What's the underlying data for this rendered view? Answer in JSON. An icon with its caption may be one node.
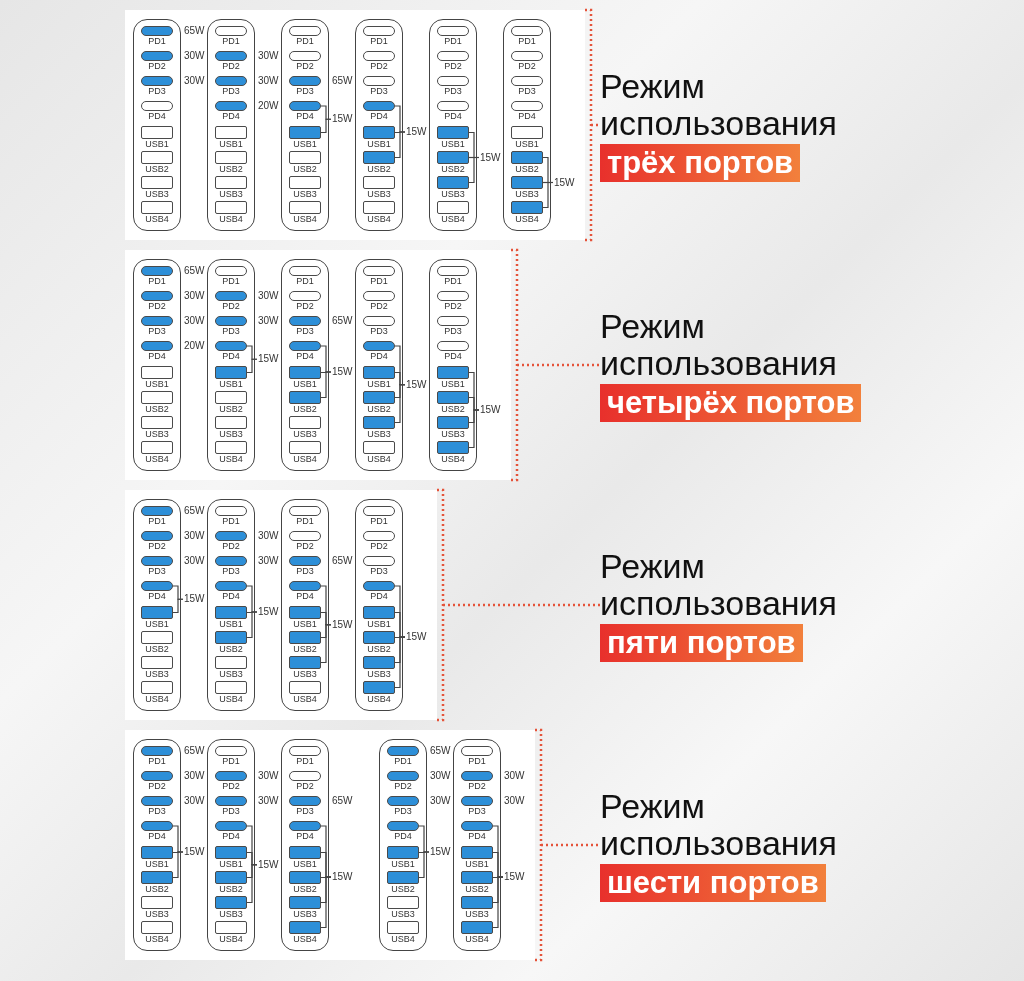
{
  "diagram": {
    "nodes": [
      {
        "text": [],
        "shape": "box"
      },
      {
        "text": [],
        "shape": "box",
        "in": 0
      },
      {
        "text": [
          "PD1"
        ],
        "in": 1,
        "beside": [
          "65W"
        ]
      },
      {
        "text": [
          "PD2"
        ],
        "in": 1,
        "beside": [
          "30W"
        ]
      },
      {
        "text": [
          "PD3"
        ],
        "in": 1,
        "beside": [
          "30W"
        ]
      },
      {
        "text": [
          "PD4"
        ],
        "in": 1
      },
      {
        "text": [
          "USB1"
        ],
        "in": 1
      },
      {
        "text": [
          "USB2"
        ],
        "in": 1
      },
      {
        "text": [
          "USB3"
        ],
        "in": 1
      },
      {
        "text": [
          "USB4"
        ],
        "in": 1
      },
      {
        "text": [],
        "shape": "box",
        "in": 0
      },
      {
        "text": [
          "PD1"
        ],
        "in": 10
      },
      {
        "text": [
          "PD2"
        ],
        "in": 10,
        "beside": [
          "30W"
        ]
      },
      {
        "text": [
          "PD3"
        ],
        "in": 10,
        "beside": [
          "30W"
        ]
      },
      {
        "text": [
          "PD4"
        ],
        "in": 10,
        "beside": [
          "20W"
        ]
      },
      {
        "text": [
          "USB1"
        ],
        "in": 10
      },
      {
        "text": [
          "USB2"
        ],
        "in": 10
      },
      {
        "text": [
          "USB3"
        ],
        "in": 10
      },
      {
        "text": [
          "USB4"
        ],
        "in": 10
      },
      {
        "text": [],
        "shape": "box",
        "in": 0
      },
      {
        "text": [
          "PD1"
        ],
        "in": 19
      },
      {
        "text": [
          "PD2"
        ],
        "in": 19
      },
      {
        "text": [
          "PD3"
        ],
        "in": 19,
        "beside": [
          "65W"
        ]
      },
      {
        "text": [
          "PD4"
        ],
        "in": 19
      },
      {
        "text": [
          "USB1"
        ],
        "in": 19
      },
      {
        "text": [
          "USB2"
        ],
        "in": 19
      },
      {
        "text": [
          "USB3"
        ],
        "in": 19
      },
      {
        "text": [
          "USB4"
        ],
        "in": 19
      },
      {
        "text": [
          "15W"
        ],
        "in": 0
      },
      {
        "text": [],
        "shape": "box",
        "in": 0
      },
      {
        "text": [
          "PD1"
        ],
        "in": 29
      },
      {
        "text": [
          "PD2"
        ],
        "in": 29
      },
      {
        "text": [
          "PD3"
        ],
        "in": 29
      },
      {
        "text": [
          "PD4"
        ],
        "in": 29
      },
      {
        "text": [
          "USB1"
        ],
        "in": 29
      },
      {
        "text": [
          "USB2"
        ],
        "in": 29
      },
      {
        "text": [
          "USB3"
        ],
        "in": 29
      },
      {
        "text": [
          "USB4"
        ],
        "in": 29
      },
      {
        "text": [
          "15W"
        ],
        "in": 0
      },
      {
        "text": [],
        "shape": "box",
        "in": 0
      },
      {
        "text": [
          "PD1"
        ],
        "in": 39
      },
      {
        "text": [
          "PD2"
        ],
        "in": 39
      },
      {
        "text": [
          "PD3"
        ],
        "in": 39
      },
      {
        "text": [
          "PD4"
        ],
        "in": 39
      },
      {
        "text": [
          "USB1"
        ],
        "in": 39
      },
      {
        "text": [
          "USB2"
        ],
        "in": 39
      },
      {
        "text": [
          "USB3"
        ],
        "in": 39
      },
      {
        "text": [
          "USB4"
        ],
        "in": 39
      },
      {
        "text": [
          "15W"
        ],
        "in": 0
      },
      {
        "text": [],
        "shape": "box",
        "in": 0
      },
      {
        "text": [
          "PD1"
        ],
        "in": 49
      },
      {
        "text": [
          "PD2"
        ],
        "in": 49
      },
      {
        "text": [
          "PD3"
        ],
        "in": 49
      },
      {
        "text": [
          "PD4"
        ],
        "in": 49
      },
      {
        "text": [
          "USB1"
        ],
        "in": 49
      },
      {
        "text": [
          "USB2"
        ],
        "in": 49
      },
      {
        "text": [
          "USB3"
        ],
        "in": 49
      },
      {
        "text": [
          "USB4"
        ],
        "in": 49
      },
      {
        "text": [
          "15W"
        ],
        "in": 0
      },
      {
        "text": [
          "Режим использования",
          "трёх портов"
        ]
      },
      {
        "text": [],
        "shape": "box"
      },
      {
        "text": [],
        "shape": "box",
        "in": 60
      },
      {
        "text": [
          "PD1"
        ],
        "in": 61,
        "beside": [
          "65W"
        ]
      },
      {
        "text": [
          "PD2"
        ],
        "in": 61,
        "beside": [
          "30W"
        ]
      },
      {
        "text": [
          "PD3"
        ],
        "in": 61,
        "beside": [
          "30W"
        ]
      },
      {
        "text": [
          "PD4"
        ],
        "in": 61,
        "beside": [
          "20W"
        ]
      },
      {
        "text": [
          "USB1"
        ],
        "in": 61
      },
      {
        "text": [
          "USB2"
        ],
        "in": 61
      },
      {
        "text": [
          "USB3"
        ],
        "in": 61
      },
      {
        "text": [
          "USB4"
        ],
        "in": 61
      },
      {
        "text": [],
        "shape": "box",
        "in": 60
      },
      {
        "text": [
          "PD1"
        ],
        "in": 70
      },
      {
        "text": [
          "PD2"
        ],
        "in": 70,
        "beside": [
          "30W"
        ]
      },
      {
        "text": [
          "PD3"
        ],
        "in": 70,
        "beside": [
          "30W"
        ]
      },
      {
        "text": [
          "PD4"
        ],
        "in": 70
      },
      {
        "text": [
          "USB1"
        ],
        "in": 70
      },
      {
        "text": [
          "USB2"
        ],
        "in": 70
      },
      {
        "text": [
          "USB3"
        ],
        "in": 70
      },
      {
        "text": [
          "USB4"
        ],
        "in": 70
      },
      {
        "text": [
          "15W"
        ],
        "in": 60
      },
      {
        "text": [],
        "shape": "box",
        "in": 60
      },
      {
        "text": [
          "PD1"
        ],
        "in": 80
      },
      {
        "text": [
          "PD2"
        ],
        "in": 80
      },
      {
        "text": [
          "PD3"
        ],
        "in": 80,
        "beside": [
          "65W"
        ]
      },
      {
        "text": [
          "PD4"
        ],
        "in": 80
      },
      {
        "text": [
          "USB1"
        ],
        "in": 80
      },
      {
        "text": [
          "USB2"
        ],
        "in": 80
      },
      {
        "text": [
          "USB3"
        ],
        "in": 80
      },
      {
        "text": [
          "USB4"
        ],
        "in": 80
      },
      {
        "text": [
          "15W"
        ],
        "in": 60
      },
      {
        "text": [],
        "shape": "box",
        "in": 60
      },
      {
        "text": [
          "PD1"
        ],
        "in": 90
      },
      {
        "text": [
          "PD2"
        ],
        "in": 90
      },
      {
        "text": [
          "PD3"
        ],
        "in": 90
      },
      {
        "text": [
          "PD4"
        ],
        "in": 90
      },
      {
        "text": [
          "USB1"
        ],
        "in": 90
      },
      {
        "text": [
          "USB2"
        ],
        "in": 90
      },
      {
        "text": [
          "USB3"
        ],
        "in": 90
      },
      {
        "text": [
          "USB4"
        ],
        "in": 90
      },
      {
        "text": [
          "15W"
        ],
        "in": 60
      },
      {
        "text": [],
        "shape": "box",
        "in": 60
      },
      {
        "text": [
          "PD1"
        ],
        "in": 100
      },
      {
        "text": [
          "PD2"
        ],
        "in": 100
      },
      {
        "text": [
          "PD3"
        ],
        "in": 100
      },
      {
        "text": [
          "PD4"
        ],
        "in": 100
      },
      {
        "text": [
          "USB1"
        ],
        "in": 100
      },
      {
        "text": [
          "USB2"
        ],
        "in": 100
      },
      {
        "text": [
          "USB3"
        ],
        "in": 100
      },
      {
        "text": [
          "USB4"
        ],
        "in": 100
      },
      {
        "text": [
          "15W"
        ],
        "in": 60
      },
      {
        "text": [
          "Режим использования",
          "четырёх портов"
        ]
      },
      {
        "text": [],
        "shape": "box"
      },
      {
        "text": [],
        "shape": "box",
        "in": 111
      },
      {
        "text": [
          "PD1"
        ],
        "in": 112,
        "beside": [
          "65W"
        ]
      },
      {
        "text": [
          "PD2"
        ],
        "in": 112,
        "beside": [
          "30W"
        ]
      },
      {
        "text": [
          "PD3"
        ],
        "in": 112,
        "beside": [
          "30W"
        ]
      },
      {
        "text": [
          "PD4"
        ],
        "in": 112
      },
      {
        "text": [
          "USB1"
        ],
        "in": 112
      },
      {
        "text": [
          "USB2"
        ],
        "in": 112
      },
      {
        "text": [
          "USB3"
        ],
        "in": 112
      },
      {
        "text": [
          "USB4"
        ],
        "in": 112
      },
      {
        "text": [
          "15W"
        ],
        "in": 111
      },
      {
        "text": [],
        "shape": "box",
        "in": 111
      },
      {
        "text": [
          "PD1"
        ],
        "in": 122
      },
      {
        "text": [
          "PD2"
        ],
        "in": 122,
        "beside": [
          "30W"
        ]
      },
      {
        "text": [
          "PD3"
        ],
        "in": 122,
        "beside": [
          "30W"
        ]
      },
      {
        "text": [
          "PD4"
        ],
        "in": 122
      },
      {
        "text": [
          "USB1"
        ],
        "in": 122
      },
      {
        "text": [
          "USB2"
        ],
        "in": 122
      },
      {
        "text": [
          "USB3"
        ],
        "in": 122
      },
      {
        "text": [
          "USB4"
        ],
        "in": 122
      },
      {
        "text": [
          "15W"
        ],
        "in": 111
      },
      {
        "text": [],
        "shape": "box",
        "in": 111
      },
      {
        "text": [
          "PD1"
        ],
        "in": 132
      },
      {
        "text": [
          "PD2"
        ],
        "in": 132
      },
      {
        "text": [
          "PD3"
        ],
        "in": 132,
        "beside": [
          "65W"
        ]
      },
      {
        "text": [
          "PD4"
        ],
        "in": 132
      },
      {
        "text": [
          "USB1"
        ],
        "in": 132
      },
      {
        "text": [
          "USB2"
        ],
        "in": 132
      },
      {
        "text": [
          "USB3"
        ],
        "in": 132
      },
      {
        "text": [
          "USB4"
        ],
        "in": 132
      },
      {
        "text": [
          "15W"
        ],
        "in": 111
      },
      {
        "text": [],
        "shape": "box",
        "in": 111
      },
      {
        "text": [
          "PD1"
        ],
        "in": 142
      },
      {
        "text": [
          "PD2"
        ],
        "in": 142
      },
      {
        "text": [
          "PD3"
        ],
        "in": 142
      },
      {
        "text": [
          "PD4"
        ],
        "in": 142
      },
      {
        "text": [
          "USB1"
        ],
        "in": 142
      },
      {
        "text": [
          "USB2"
        ],
        "in": 142
      },
      {
        "text": [
          "USB3"
        ],
        "in": 142
      },
      {
        "text": [
          "USB4"
        ],
        "in": 142
      },
      {
        "text": [
          "15W"
        ],
        "in": 111
      },
      {
        "text": [
          "Режим использования",
          "пяти портов"
        ]
      },
      {
        "text": [],
        "shape": "box"
      },
      {
        "text": [],
        "shape": "box",
        "in": 153
      },
      {
        "text": [
          "PD1"
        ],
        "in": 154,
        "beside": [
          "65W"
        ]
      },
      {
        "text": [
          "PD2"
        ],
        "in": 154,
        "beside": [
          "30W"
        ]
      },
      {
        "text": [
          "PD3"
        ],
        "in": 154,
        "beside": [
          "30W"
        ]
      },
      {
        "text": [
          "PD4"
        ],
        "in": 154
      },
      {
        "text": [
          "USB1"
        ],
        "in": 154
      },
      {
        "text": [
          "USB2"
        ],
        "in": 154
      },
      {
        "text": [
          "USB3"
        ],
        "in": 154
      },
      {
        "text": [
          "USB4"
        ],
        "in": 154
      },
      {
        "text": [
          "15W"
        ],
        "in": 153
      },
      {
        "text": [],
        "shape": "box",
        "in": 153
      },
      {
        "text": [
          "PD1"
        ],
        "in": 164
      },
      {
        "text": [
          "PD2"
        ],
        "in": 164,
        "beside": [
          "30W"
        ]
      },
      {
        "text": [
          "PD3"
        ],
        "in": 164,
        "beside": [
          "30W"
        ]
      },
      {
        "text": [
          "PD4"
        ],
        "in": 164
      },
      {
        "text": [
          "USB1"
        ],
        "in": 164
      },
      {
        "text": [
          "USB2"
        ],
        "in": 164
      },
      {
        "text": [
          "USB3"
        ],
        "in": 164
      },
      {
        "text": [
          "USB4"
        ],
        "in": 164
      },
      {
        "text": [
          "15W"
        ],
        "in": 153
      },
      {
        "text": [],
        "shape": "box",
        "in": 153
      },
      {
        "text": [
          "PD1"
        ],
        "in": 174
      },
      {
        "text": [
          "PD2"
        ],
        "in": 174
      },
      {
        "text": [
          "PD3"
        ],
        "in": 174,
        "beside": [
          "65W"
        ]
      },
      {
        "text": [
          "PD4"
        ],
        "in": 174
      },
      {
        "text": [
          "USB1"
        ],
        "in": 174
      },
      {
        "text": [
          "USB2"
        ],
        "in": 174
      },
      {
        "text": [
          "USB3"
        ],
        "in": 174
      },
      {
        "text": [
          "USB4"
        ],
        "in": 174
      },
      {
        "text": [
          "15W"
        ],
        "in": 153
      },
      {
        "text": [],
        "shape": "box",
        "in": 153
      },
      {
        "text": [
          "PD1"
        ],
        "in": 184,
        "beside": [
          "65W"
        ]
      },
      {
        "text": [
          "PD2"
        ],
        "in": 184,
        "beside": [
          "30W"
        ]
      },
      {
        "text": [
          "PD3"
        ],
        "in": 184,
        "beside": [
          "30W"
        ]
      },
      {
        "text": [
          "PD4"
        ],
        "in": 184
      },
      {
        "text": [
          "USB1"
        ],
        "in": 184
      },
      {
        "text": [
          "USB2"
        ],
        "in": 184
      },
      {
        "text": [
          "USB3"
        ],
        "in": 184
      },
      {
        "text": [
          "USB4"
        ],
        "in": 184
      },
      {
        "text": [
          "15W"
        ],
        "in": 153
      },
      {
        "text": [],
        "shape": "box",
        "in": 153
      },
      {
        "text": [
          "PD1"
        ],
        "in": 194
      },
      {
        "text": [
          "PD2"
        ],
        "in": 194,
        "beside": [
          "30W"
        ]
      },
      {
        "text": [
          "PD3"
        ],
        "in": 194,
        "beside": [
          "30W"
        ]
      },
      {
        "text": [
          "PD4"
        ],
        "in": 194
      },
      {
        "text": [
          "USB1"
        ],
        "in": 194
      },
      {
        "text": [
          "USB2"
        ],
        "in": 194
      },
      {
        "text": [
          "USB3"
        ],
        "in": 194
      },
      {
        "text": [
          "USB4"
        ],
        "in": 194
      },
      {
        "text": [
          "15W"
        ],
        "in": 153
      },
      {
        "text": [
          "Режим использования",
          "шести портов"
        ]
      }
    ],
    "edges": [
      {
        "from": 23,
        "to": 28,
        "arrow": "none"
      },
      {
        "from": 24,
        "to": 28,
        "arrow": "none"
      },
      {
        "from": 33,
        "to": 38,
        "arrow": "none"
      },
      {
        "from": 34,
        "to": 38,
        "arrow": "none"
      },
      {
        "from": 35,
        "to": 38,
        "arrow": "none"
      },
      {
        "from": 44,
        "to": 48,
        "arrow": "none"
      },
      {
        "from": 45,
        "to": 48,
        "arrow": "none"
      },
      {
        "from": 46,
        "to": 48,
        "arrow": "none"
      },
      {
        "from": 55,
        "to": 58,
        "arrow": "none"
      },
      {
        "from": 56,
        "to": 58,
        "arrow": "none"
      },
      {
        "from": 57,
        "to": 58,
        "arrow": "none"
      },
      {
        "from": 0,
        "to": 59,
        "arrow": "none",
        "style": "dashed",
        "color": "#e5533a"
      },
      {
        "from": 74,
        "to": 79,
        "arrow": "none"
      },
      {
        "from": 75,
        "to": 79,
        "arrow": "none"
      },
      {
        "from": 84,
        "to": 89,
        "arrow": "none"
      },
      {
        "from": 85,
        "to": 89,
        "arrow": "none"
      },
      {
        "from": 86,
        "to": 89,
        "arrow": "none"
      },
      {
        "from": 94,
        "to": 99,
        "arrow": "none"
      },
      {
        "from": 95,
        "to": 99,
        "arrow": "none"
      },
      {
        "from": 96,
        "to": 99,
        "arrow": "none"
      },
      {
        "from": 97,
        "to": 99,
        "arrow": "none"
      },
      {
        "from": 105,
        "to": 109,
        "arrow": "none"
      },
      {
        "from": 106,
        "to": 109,
        "arrow": "none"
      },
      {
        "from": 107,
        "to": 109,
        "arrow": "none"
      },
      {
        "from": 108,
        "to": 109,
        "arrow": "none"
      },
      {
        "from": 60,
        "to": 110,
        "arrow": "none",
        "style": "dashed",
        "color": "#e5533a"
      },
      {
        "from": 116,
        "to": 121,
        "arrow": "none"
      },
      {
        "from": 117,
        "to": 121,
        "arrow": "none"
      },
      {
        "from": 126,
        "to": 131,
        "arrow": "none"
      },
      {
        "from": 127,
        "to": 131,
        "arrow": "none"
      },
      {
        "from": 128,
        "to": 131,
        "arrow": "none"
      },
      {
        "from": 136,
        "to": 141,
        "arrow": "none"
      },
      {
        "from": 137,
        "to": 141,
        "arrow": "none"
      },
      {
        "from": 138,
        "to": 141,
        "arrow": "none"
      },
      {
        "from": 139,
        "to": 141,
        "arrow": "none"
      },
      {
        "from": 146,
        "to": 151,
        "arrow": "none"
      },
      {
        "from": 147,
        "to": 151,
        "arrow": "none"
      },
      {
        "from": 148,
        "to": 151,
        "arrow": "none"
      },
      {
        "from": 149,
        "to": 151,
        "arrow": "none"
      },
      {
        "from": 150,
        "to": 151,
        "arrow": "none"
      },
      {
        "from": 111,
        "to": 152,
        "arrow": "none",
        "style": "dashed",
        "color": "#e5533a"
      },
      {
        "from": 158,
        "to": 163,
        "arrow": "none"
      },
      {
        "from": 159,
        "to": 163,
        "arrow": "none"
      },
      {
        "from": 160,
        "to": 163,
        "arrow": "none"
      },
      {
        "from": 168,
        "to": 173,
        "arrow": "none"
      },
      {
        "from": 169,
        "to": 173,
        "arrow": "none"
      },
      {
        "from": 170,
        "to": 173,
        "arrow": "none"
      },
      {
        "from": 171,
        "to": 173,
        "arrow": "none"
      },
      {
        "from": 178,
        "to": 183,
        "arrow": "none"
      },
      {
        "from": 179,
        "to": 183,
        "arrow": "none"
      },
      {
        "from": 180,
        "to": 183,
        "arrow": "none"
      },
      {
        "from": 181,
        "to": 183,
        "arrow": "none"
      },
      {
        "from": 182,
        "to": 183,
        "arrow": "none"
      },
      {
        "from": 188,
        "to": 193,
        "arrow": "none"
      },
      {
        "from": 189,
        "to": 193,
        "arrow": "none"
      },
      {
        "from": 190,
        "to": 193,
        "arrow": "none"
      },
      {
        "from": 198,
        "to": 203,
        "arrow": "none"
      },
      {
        "from": 199,
        "to": 203,
        "arrow": "none"
      },
      {
        "from": 200,
        "to": 203,
        "arrow": "none"
      },
      {
        "from": 201,
        "to": 203,
        "arrow": "none"
      },
      {
        "from": 202,
        "to": 203,
        "arrow": "none"
      },
      {
        "from": 153,
        "to": 204,
        "arrow": "none",
        "style": "dashed",
        "color": "#e5533a"
      }
    ]
  }
}
